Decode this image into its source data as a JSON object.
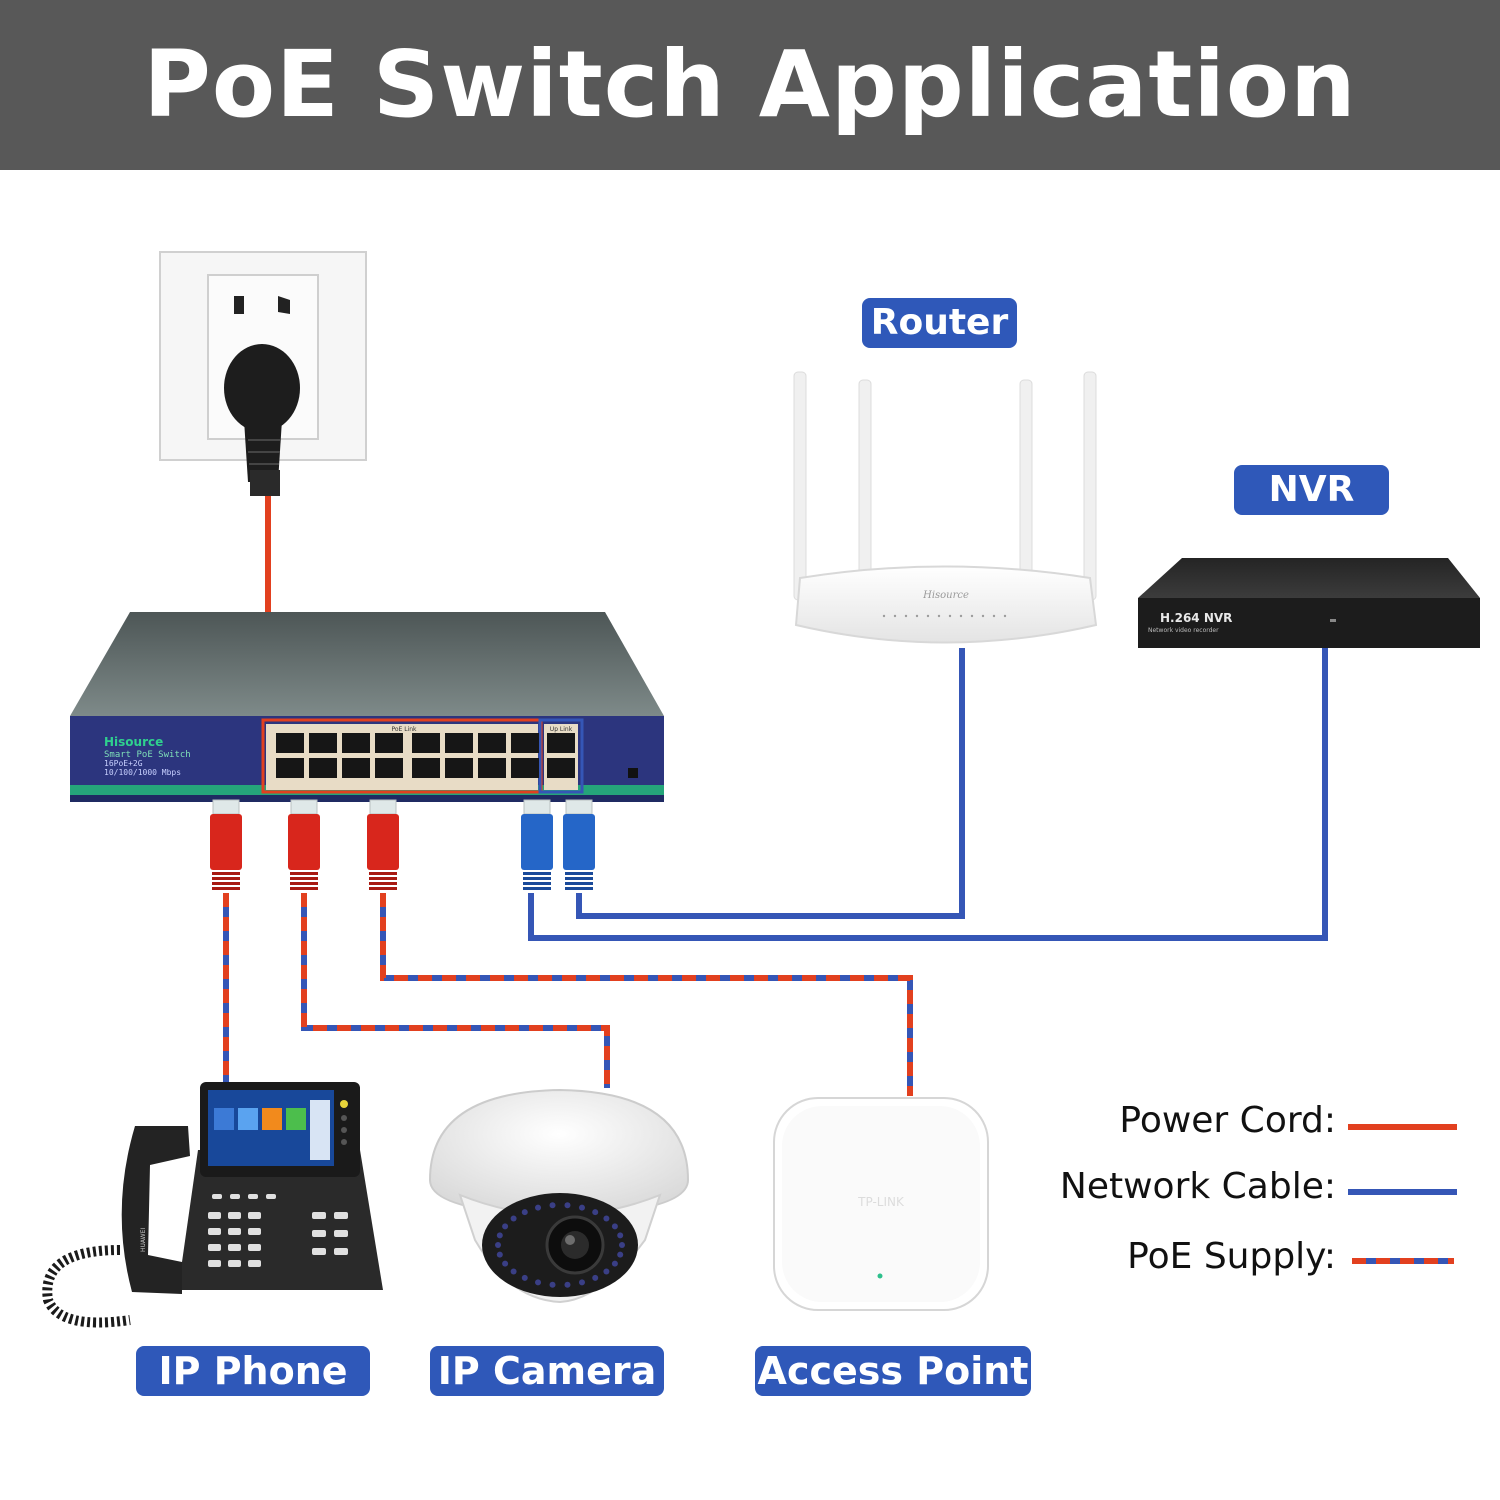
{
  "header": {
    "title": "PoE Switch Application Diagram"
  },
  "labels": {
    "router": "Router",
    "nvr": "NVR",
    "ip_phone": "IP Phone",
    "ip_camera": "IP Camera",
    "access_point": "Access Point"
  },
  "legend": {
    "power_cord": "Power Cord:",
    "network_cable": "Network Cable:",
    "poe_supply": "PoE Supply:"
  },
  "switch": {
    "brand": "Hisource",
    "model": "Smart PoE Switch",
    "ports": "16PoE+2G",
    "speed": "10/100/1000 Mbps",
    "poe_group": "PoE Link",
    "uplink_group": "Up Link"
  },
  "devices": {
    "router_brand": "Hisource",
    "nvr_model": "H.264 NVR",
    "nvr_sub": "Network video recorder",
    "phone_brand": "HUAWEI",
    "ap_brand": "TP-LINK"
  },
  "colors": {
    "power": "#e2401f",
    "network": "#3556b6",
    "tag_bg": "#2f58b9",
    "header_bg": "#585858"
  }
}
